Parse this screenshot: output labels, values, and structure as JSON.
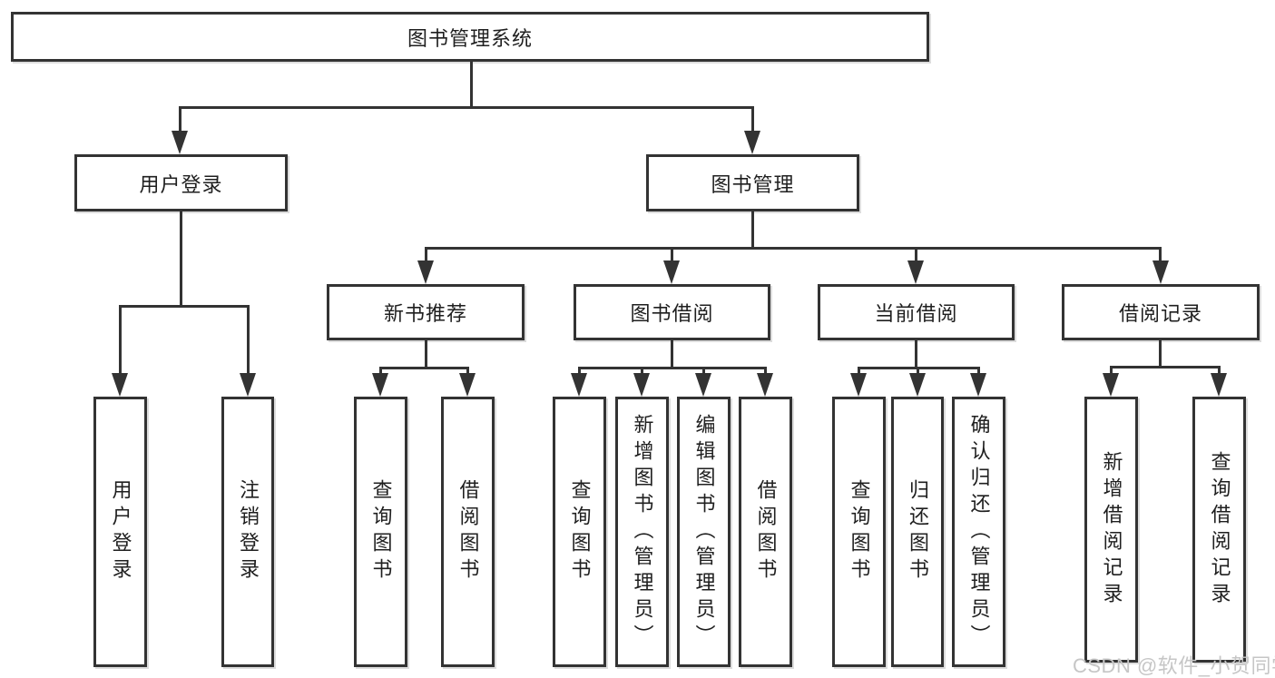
{
  "diagram": {
    "root": {
      "label": "图书管理系统"
    },
    "level2": [
      {
        "label": "用户登录"
      },
      {
        "label": "图书管理"
      }
    ],
    "level3": [
      {
        "label": "新书推荐"
      },
      {
        "label": "图书借阅"
      },
      {
        "label": "当前借阅"
      },
      {
        "label": "借阅记录"
      }
    ],
    "leaves": {
      "user": [
        "用户登录",
        "注销登录"
      ],
      "new_book": [
        "查询图书",
        "借阅图书"
      ],
      "borrow": [
        "查询图书",
        "新增图书（管理员）",
        "编辑图书（管理员）",
        "借阅图书"
      ],
      "current": [
        "查询图书",
        "归还图书",
        "确认归还（管理员）"
      ],
      "records": [
        "新增借阅记录",
        "查询借阅记录"
      ]
    }
  },
  "watermark": "CSDN @软件_小贺同学",
  "colors": {
    "line": "#333333",
    "text": "#1f1f1f",
    "background": "#ffffff",
    "watermark": "#c6c6c6"
  }
}
